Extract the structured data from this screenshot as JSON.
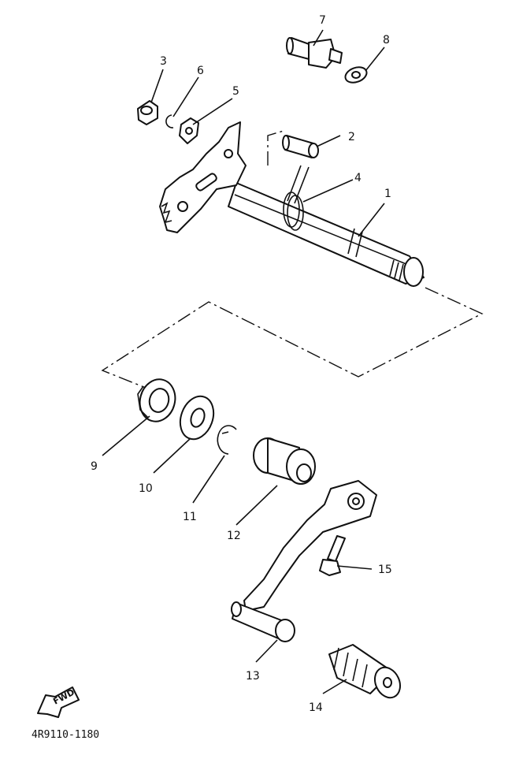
{
  "diagram": {
    "drawing_code": "4R9110-1180",
    "fwd_label": "FWD",
    "callouts": [
      {
        "id": "1",
        "label": "1"
      },
      {
        "id": "2",
        "label": "2"
      },
      {
        "id": "3",
        "label": "3"
      },
      {
        "id": "4",
        "label": "4"
      },
      {
        "id": "5",
        "label": "5"
      },
      {
        "id": "6",
        "label": "6"
      },
      {
        "id": "7",
        "label": "7"
      },
      {
        "id": "8",
        "label": "8"
      },
      {
        "id": "9",
        "label": "9"
      },
      {
        "id": "10",
        "label": "10"
      },
      {
        "id": "11",
        "label": "11"
      },
      {
        "id": "12",
        "label": "12"
      },
      {
        "id": "13",
        "label": "13"
      },
      {
        "id": "14",
        "label": "14"
      },
      {
        "id": "15",
        "label": "15"
      }
    ]
  }
}
